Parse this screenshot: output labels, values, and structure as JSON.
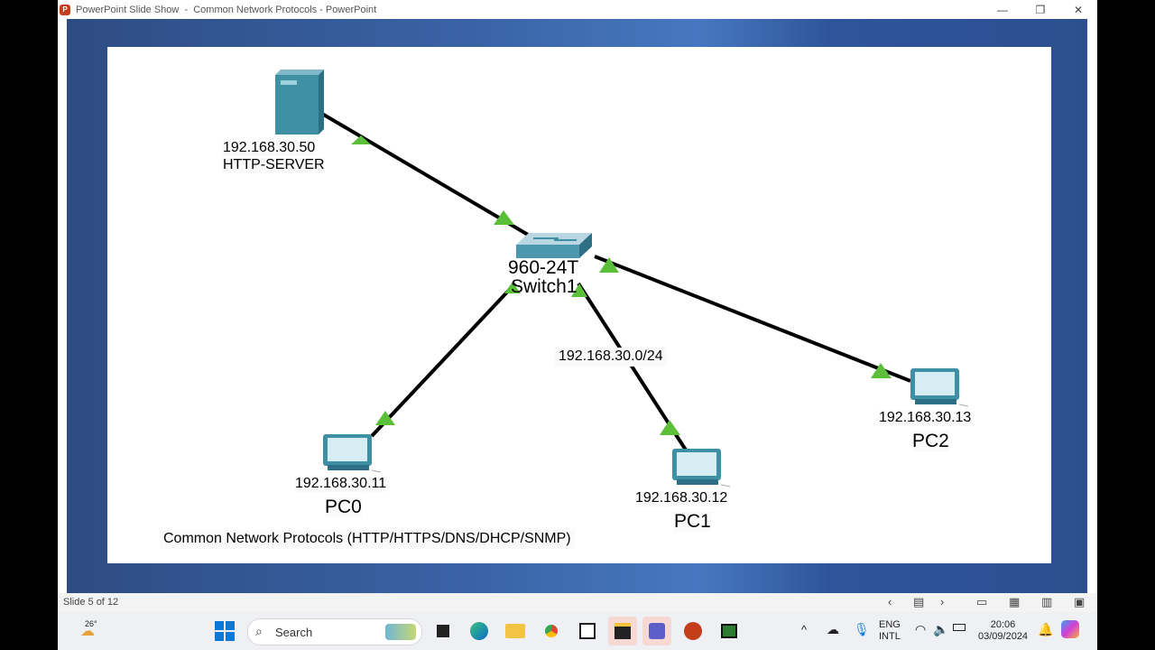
{
  "window": {
    "app_icon": "powerpoint-icon",
    "title": "PowerPoint Slide Show  -  Common Network Protocols - PowerPoint",
    "minimize_icon": "minimize-icon",
    "restore_icon": "restore-icon",
    "close_icon": "close-icon"
  },
  "slide": {
    "server": {
      "ip": "192.168.30.50",
      "name": "HTTP-SERVER"
    },
    "switch": {
      "model": "960-24T",
      "name": "Switch1"
    },
    "network": "192.168.30.0/24",
    "pcs": [
      {
        "ip": "192.168.30.11",
        "name": "PC0"
      },
      {
        "ip": "192.168.30.12",
        "name": "PC1"
      },
      {
        "ip": "192.168.30.13",
        "name": "PC2"
      }
    ],
    "caption": "Common Network Protocols (HTTP/HTTPS/DNS/DHCP/SNMP)",
    "link_color": "#000000",
    "port_indicator_color": "#5cbf3a"
  },
  "statusbar": {
    "slide_count": "Slide 5 of 12",
    "prev_icon": "chevron-left-icon",
    "menu_icon": "slides-menu-icon",
    "next_icon": "chevron-right-icon",
    "view_icons": [
      "normal-view-icon",
      "slide-sorter-icon",
      "reading-view-icon",
      "slideshow-icon"
    ]
  },
  "taskbar": {
    "weather_temp": "26°",
    "search_label": "Search",
    "apps": [
      "start-icon",
      "task-view-icon",
      "edge-icon",
      "file-explorer-icon",
      "chrome-icon",
      "app-icon",
      "sticky-notes-icon",
      "teams-icon",
      "powerpoint-icon",
      "packet-tracer-icon"
    ],
    "tray": {
      "lang_top": "ENG",
      "lang_bottom": "INTL",
      "time": "20:06",
      "date": "03/09/2024"
    }
  }
}
